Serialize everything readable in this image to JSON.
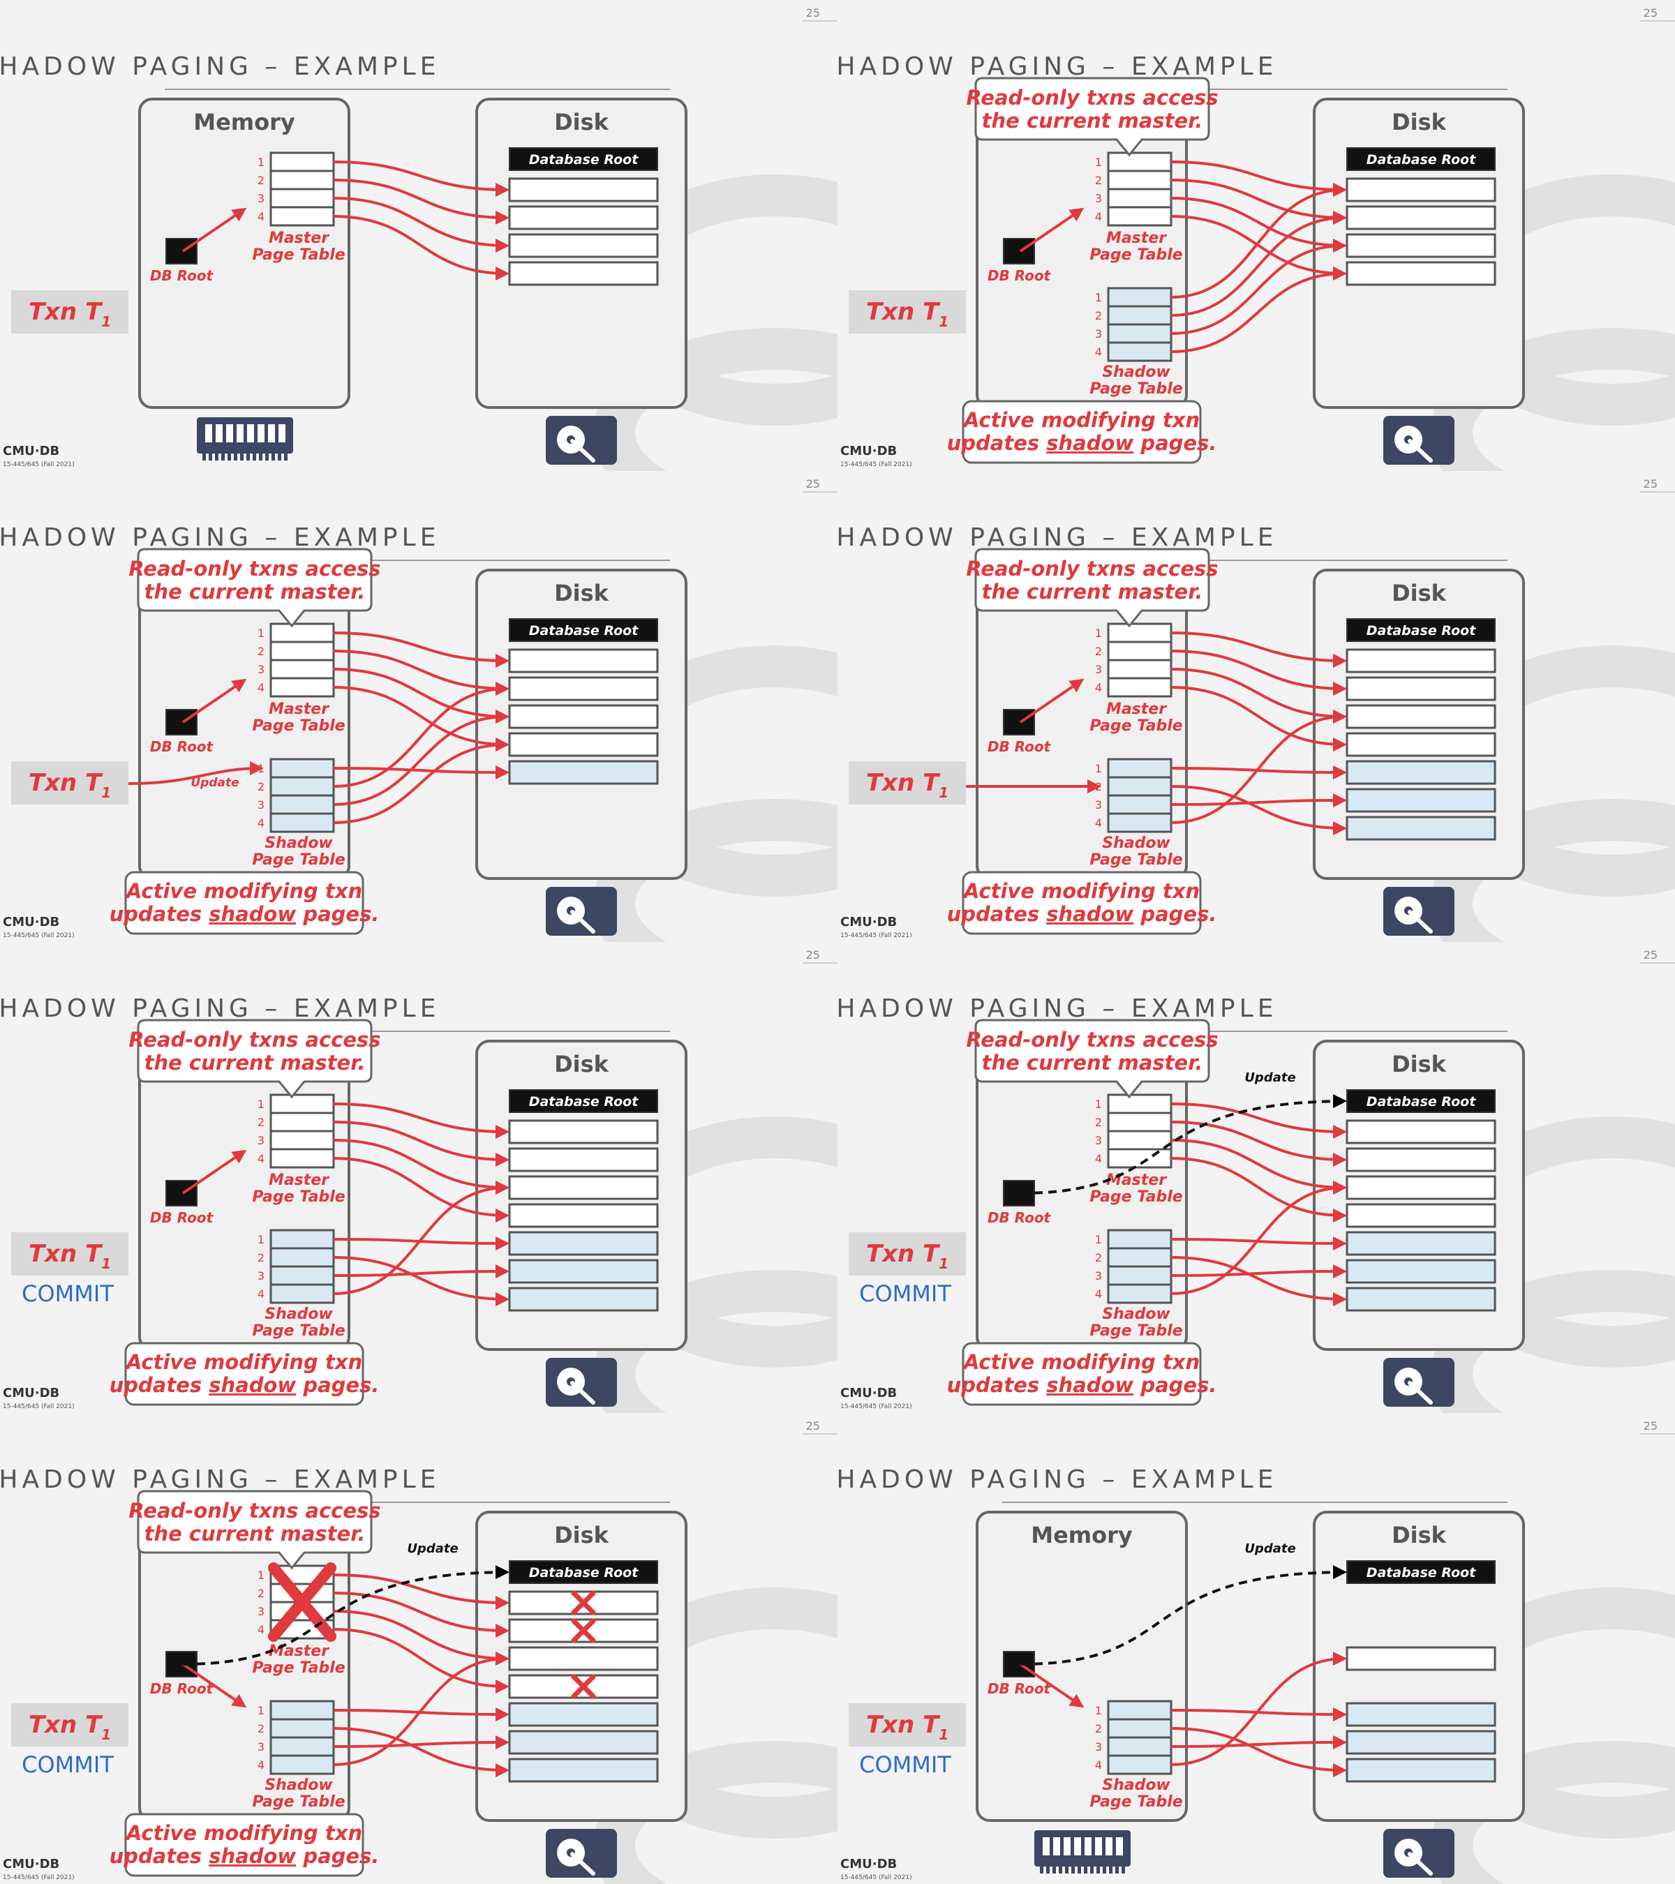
{
  "meta": {
    "slide_number": "25",
    "slide_title": "SHADOW PAGING – EXAMPLE",
    "footer_logo": "CMU·DB",
    "footer_course": "15-445/645 (Fall 2021)"
  },
  "labels": {
    "memory": "Memory",
    "disk": "Disk",
    "database_root": "Database Root",
    "db_root": "DB Root",
    "master_line1": "Master",
    "master_line2": "Page Table",
    "shadow_line1": "Shadow",
    "shadow_line2": "Page Table",
    "txn": "Txn T",
    "txn_sub": "1",
    "commit": "COMMIT",
    "update": "Update",
    "callout_top_line1": "Read-only txns access",
    "callout_top_line2": "the current master.",
    "callout_bottom_line1": "Active modifying txn",
    "callout_bottom_pre": "updates ",
    "callout_bottom_underlined": "shadow",
    "callout_bottom_post": " pages.",
    "page_numbers": [
      "1",
      "2",
      "3",
      "4"
    ]
  },
  "colors": {
    "accent_red": "#e0393e",
    "commit_blue": "#2e6bc6",
    "shadow_page_fill": "#d8e9f3",
    "slide_bg": "#f3f3f3"
  },
  "slides": [
    {
      "show_memory_title": true,
      "show_master": true,
      "show_shadow": false,
      "show_callouts": false,
      "show_txn_label": true,
      "show_commit": false,
      "txn_arrow": "none",
      "disk_root_arrow": false,
      "disk_slots": [
        "w",
        "w",
        "w",
        "w"
      ],
      "master_links": [
        1,
        2,
        3,
        4
      ],
      "shadow_links": [],
      "x_marks": [],
      "master_crossed": false,
      "device_icon": "ram"
    },
    {
      "show_memory_title": false,
      "show_master": true,
      "show_shadow": true,
      "show_callouts": true,
      "show_txn_label": true,
      "show_commit": false,
      "txn_arrow": "none",
      "disk_root_arrow": false,
      "disk_slots": [
        "w",
        "w",
        "w",
        "w"
      ],
      "master_links": [
        1,
        2,
        3,
        4
      ],
      "shadow_links": [
        1,
        2,
        3,
        4
      ],
      "x_marks": [],
      "master_crossed": false,
      "device_icon": "disk"
    },
    {
      "show_memory_title": false,
      "show_master": true,
      "show_shadow": true,
      "show_callouts": true,
      "show_txn_label": true,
      "show_commit": false,
      "txn_arrow": "update",
      "disk_root_arrow": false,
      "disk_slots": [
        "w",
        "w",
        "w",
        "w",
        "b"
      ],
      "master_links": [
        1,
        2,
        3,
        4
      ],
      "shadow_links": [
        5,
        2,
        3,
        4
      ],
      "x_marks": [],
      "master_crossed": false,
      "device_icon": "disk"
    },
    {
      "show_memory_title": false,
      "show_master": true,
      "show_shadow": true,
      "show_callouts": true,
      "show_txn_label": true,
      "show_commit": false,
      "txn_arrow": "plain",
      "disk_root_arrow": false,
      "disk_slots": [
        "w",
        "w",
        "w",
        "w",
        "b",
        "b",
        "b"
      ],
      "master_links": [
        1,
        2,
        3,
        4
      ],
      "shadow_links": [
        5,
        7,
        6,
        3
      ],
      "x_marks": [],
      "master_crossed": false,
      "device_icon": "disk"
    },
    {
      "show_memory_title": false,
      "show_master": true,
      "show_shadow": true,
      "show_callouts": true,
      "show_txn_label": true,
      "show_commit": true,
      "txn_arrow": "none",
      "disk_root_arrow": false,
      "disk_slots": [
        "w",
        "w",
        "w",
        "w",
        "b",
        "b",
        "b"
      ],
      "master_links": [
        1,
        2,
        3,
        4
      ],
      "shadow_links": [
        5,
        7,
        6,
        3
      ],
      "x_marks": [],
      "master_crossed": false,
      "device_icon": "disk"
    },
    {
      "show_memory_title": false,
      "show_master": true,
      "show_shadow": true,
      "show_callouts": true,
      "show_txn_label": true,
      "show_commit": true,
      "txn_arrow": "none",
      "disk_root_arrow": true,
      "disk_slots": [
        "w",
        "w",
        "w",
        "w",
        "b",
        "b",
        "b"
      ],
      "master_links": [
        1,
        2,
        3,
        4
      ],
      "shadow_links": [
        5,
        7,
        6,
        3
      ],
      "x_marks": [],
      "master_crossed": false,
      "device_icon": "disk"
    },
    {
      "show_memory_title": false,
      "show_master": true,
      "show_shadow": true,
      "show_callouts": true,
      "show_txn_label": true,
      "show_commit": true,
      "txn_arrow": "none",
      "disk_root_arrow": true,
      "disk_slots": [
        "w",
        "w",
        "w",
        "w",
        "b",
        "b",
        "b"
      ],
      "master_links": [
        1,
        2,
        3,
        4
      ],
      "shadow_links": [
        5,
        7,
        6,
        3
      ],
      "x_marks": [
        1,
        2,
        4
      ],
      "master_crossed": true,
      "device_icon": "disk",
      "db_root_to_shadow": true
    },
    {
      "show_memory_title": true,
      "show_master": false,
      "show_shadow": true,
      "show_callouts": false,
      "show_txn_label": true,
      "show_commit": true,
      "txn_arrow": "none",
      "disk_root_arrow": true,
      "disk_slots": [
        "e",
        "e",
        "w",
        "e",
        "b",
        "b",
        "b"
      ],
      "master_links": [],
      "shadow_links": [
        5,
        7,
        6,
        3
      ],
      "x_marks": [],
      "master_crossed": false,
      "device_icon": "ram",
      "db_root_to_shadow": true
    }
  ]
}
